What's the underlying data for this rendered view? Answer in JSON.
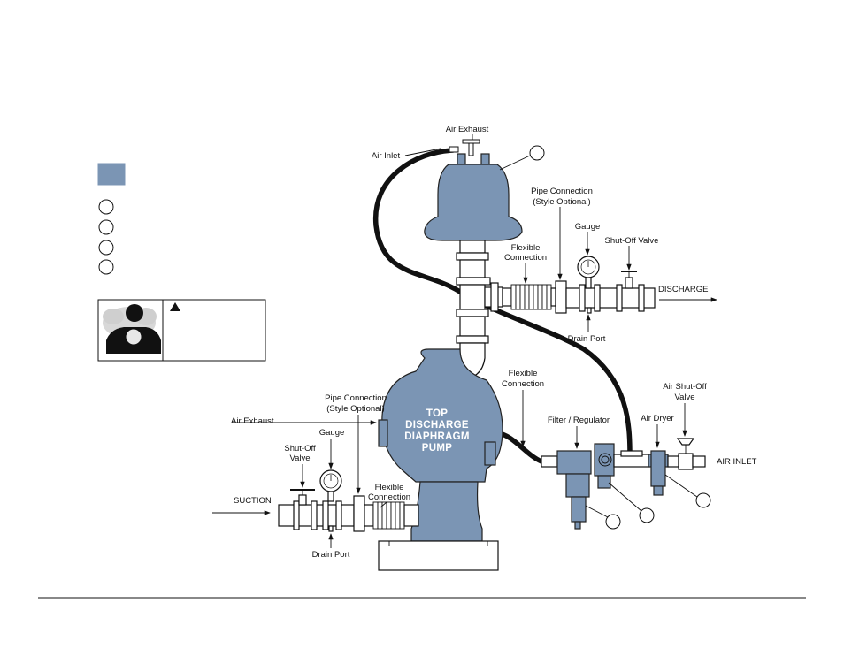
{
  "labels": {
    "air_exhaust_top": "Air Exhaust",
    "air_inlet_top": "Air Inlet",
    "pipe_connection_top_1": "Pipe Connection",
    "pipe_connection_top_2": "(Style Optional)",
    "gauge_top": "Gauge",
    "shutoff_valve_top": "Shut-Off Valve",
    "flexible_top_1": "Flexible",
    "flexible_top_2": "Connection",
    "discharge": "DISCHARGE",
    "drain_port_top": "Drain Port",
    "flexible_mid_1": "Flexible",
    "flexible_mid_2": "Connection",
    "air_shutoff_1": "Air Shut-Off",
    "air_shutoff_2": "Valve",
    "air_dryer": "Air Dryer",
    "filter_regulator": "Filter / Regulator",
    "air_inlet_right": "AIR INLET",
    "air_exhaust_left": "Air Exhaust",
    "pipe_connection_bottom_1": "Pipe Connection",
    "pipe_connection_bottom_2": "(Style Optional)",
    "gauge_bottom": "Gauge",
    "shutoff_bottom_1": "Shut-Off",
    "shutoff_bottom_2": "Valve",
    "suction": "SUCTION",
    "flexible_bottom_1": "Flexible",
    "flexible_bottom_2": "Connection",
    "drain_port_bottom": "Drain Port"
  },
  "pump_title": [
    "TOP",
    "DISCHARGE",
    "DIAPHRAGM",
    "PUMP"
  ],
  "colors": {
    "pump_body": "#7b95b4",
    "legend_swatch": "#7b95b4",
    "line": "#111111"
  },
  "icons": {
    "warning": "warning-triangle-icon",
    "hazard_figure": "person-hazard-icon"
  }
}
